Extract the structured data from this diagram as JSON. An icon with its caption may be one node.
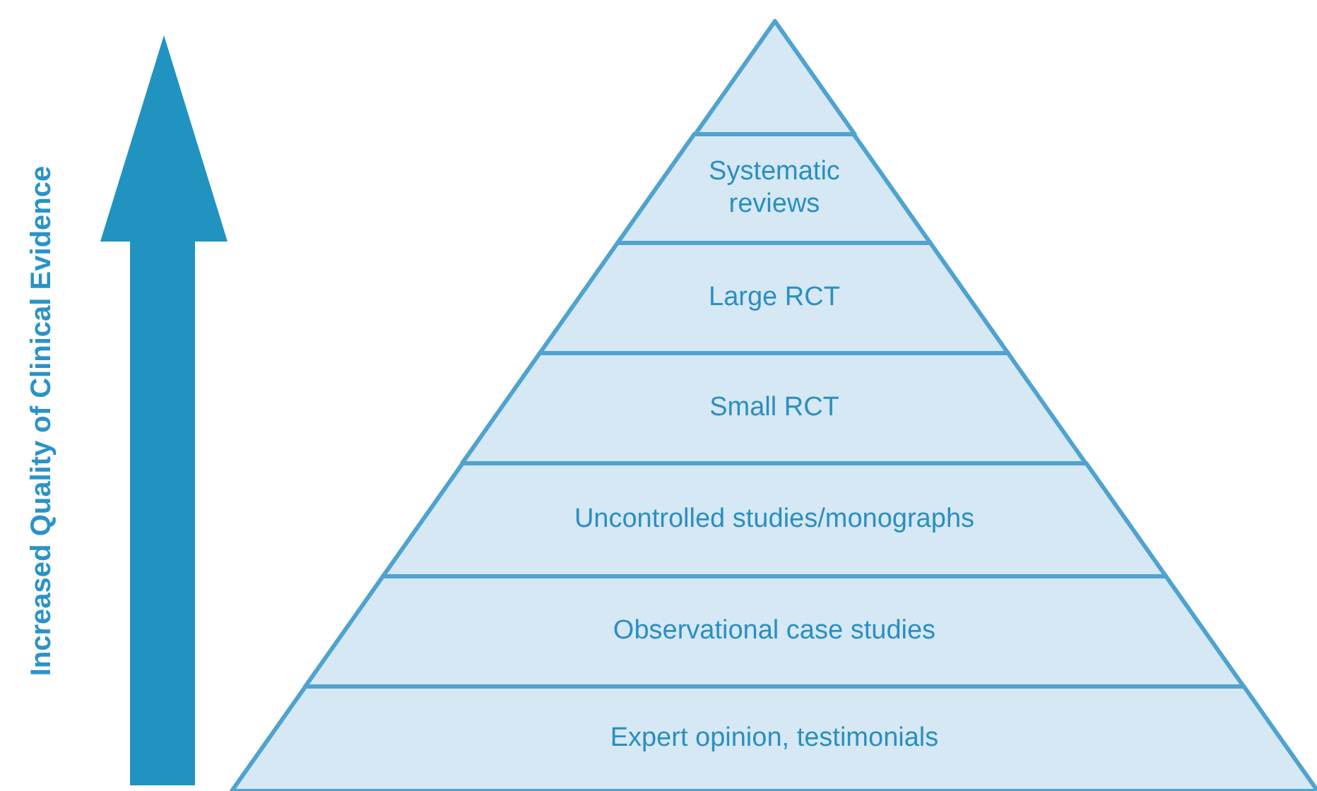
{
  "diagram": {
    "nodes": [
      {
        "text": [],
        "shape": "triangle"
      },
      {
        "text": [
          "Systematic reviews"
        ]
      },
      {
        "text": [
          "Large RCT"
        ]
      },
      {
        "text": [
          "Small RCT"
        ]
      },
      {
        "text": [
          "Uncontrolled studies/monographs"
        ]
      },
      {
        "text": [
          "Observational case studies"
        ]
      },
      {
        "text": [
          "Expert opinion, testimonials"
        ]
      }
    ],
    "labels": [
      "Increased Quality of Clinical Evidence"
    ]
  }
}
